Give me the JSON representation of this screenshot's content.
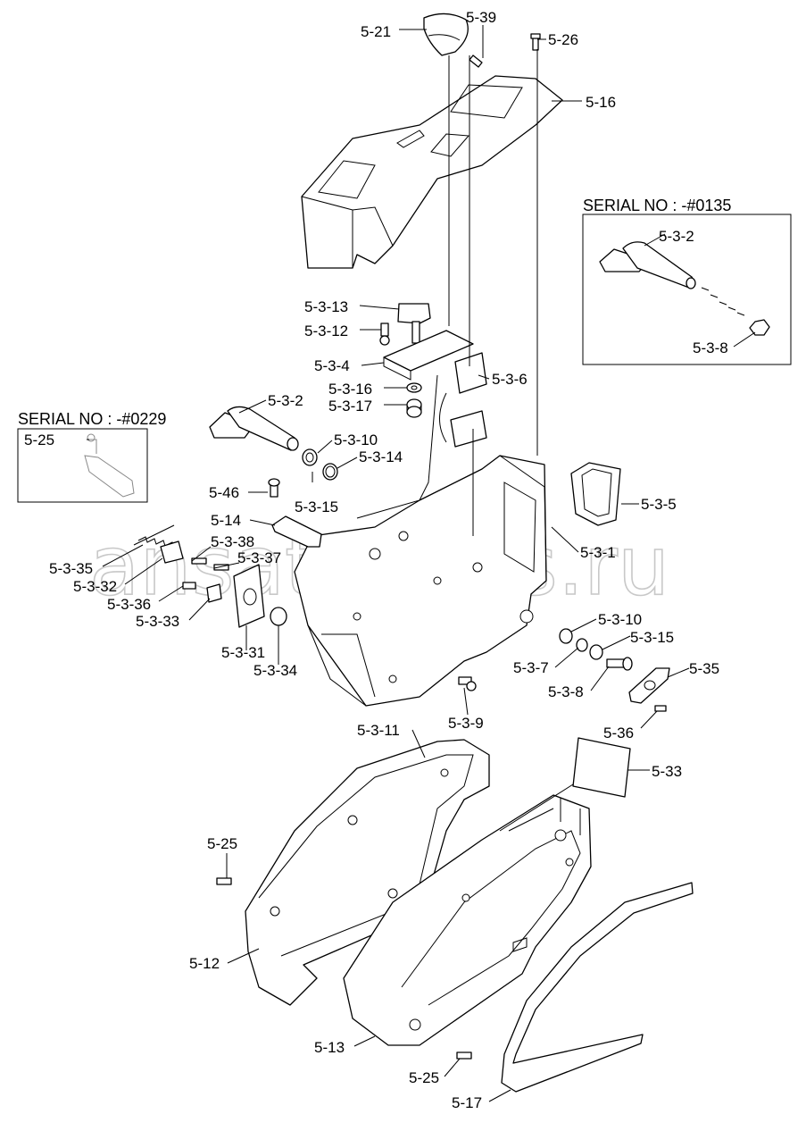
{
  "inset_boxes": {
    "left_title": "SERIAL NO : -#0229",
    "right_title": "SERIAL NO : -#0135"
  },
  "watermark": "ansat-parts.ru",
  "labels": {
    "l_5_21": "5-21",
    "l_5_39": "5-39",
    "l_5_26": "5-26",
    "l_5_16": "5-16",
    "l_5_3_2_r": "5-3-2",
    "l_5_3_8_r": "5-3-8",
    "l_5_3_13": "5-3-13",
    "l_5_3_12": "5-3-12",
    "l_5_3_4": "5-3-4",
    "l_5_3_6": "5-3-6",
    "l_5_3_16": "5-3-16",
    "l_5_3_17": "5-3-17",
    "l_5_3_2": "5-3-2",
    "l_5_25_inset": "5-25",
    "l_5_3_10": "5-3-10",
    "l_5_3_14": "5-3-14",
    "l_5_46": "5-46",
    "l_5_3_15": "5-3-15",
    "l_5_3_5": "5-3-5",
    "l_5_14": "5-14",
    "l_5_3_38": "5-3-38",
    "l_5_3_37": "5-3-37",
    "l_5_3_35": "5-3-35",
    "l_5_3_32": "5-3-32",
    "l_5_3_36": "5-3-36",
    "l_5_3_33": "5-3-33",
    "l_5_3_1": "5-3-1",
    "l_5_3_31": "5-3-31",
    "l_5_3_34": "5-3-34",
    "l_5_3_10_b": "5-3-10",
    "l_5_3_15_b": "5-3-15",
    "l_5_3_7": "5-3-7",
    "l_5_35": "5-35",
    "l_5_3_8": "5-3-8",
    "l_5_3_11": "5-3-11",
    "l_5_3_9": "5-3-9",
    "l_5_36": "5-36",
    "l_5_33": "5-33",
    "l_5_25_a": "5-25",
    "l_5_12": "5-12",
    "l_5_13": "5-13",
    "l_5_25_b": "5-25",
    "l_5_17": "5-17"
  }
}
